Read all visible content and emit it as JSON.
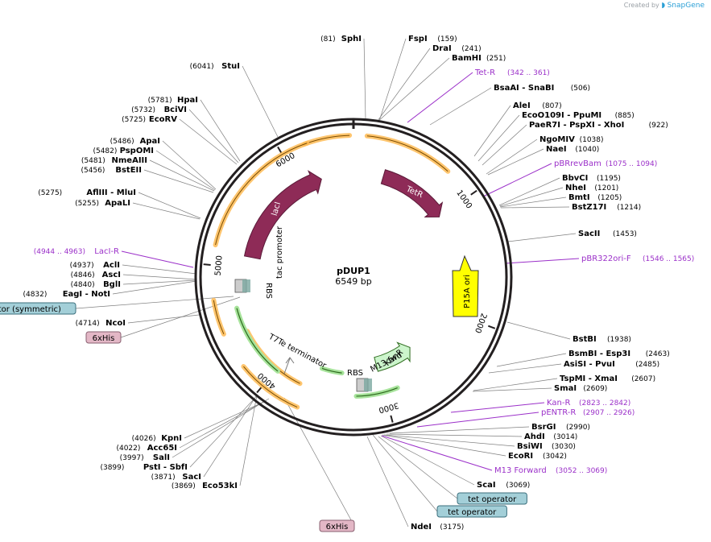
{
  "plasmid": {
    "name": "pDUP1",
    "length_text": "6549 bp",
    "length": 6549
  },
  "watermark": {
    "prefix": "Created by",
    "brand": "SnapGene"
  },
  "colors": {
    "enzyme": "#000000",
    "primer": "#9b30c9",
    "leader": "#7f7f7f",
    "backbone": "#231f20",
    "tick": "#231f20",
    "TetR": "#8e2b57",
    "LacI": "#8e2b57",
    "KanR": "#ccf5cc",
    "p15A": "#ffff00",
    "promoter": "#ffbb55",
    "terminator": "#aaaaaa",
    "rbs": "#cccccc"
  },
  "ticks": [
    {
      "bp": 1000,
      "label": "1000"
    },
    {
      "bp": 2000,
      "label": "2000"
    },
    {
      "bp": 3000,
      "label": "3000"
    },
    {
      "bp": 4000,
      "label": "4000"
    },
    {
      "bp": 5000,
      "label": "5000"
    },
    {
      "bp": 6000,
      "label": "6000"
    }
  ],
  "features": [
    {
      "name": "TetR",
      "start": 300,
      "end": 1000,
      "kind": "gene",
      "dir": 1,
      "color": "#8e2b57",
      "textColor": "#ffffff"
    },
    {
      "name": "lacI",
      "start": 5110,
      "end": 6220,
      "kind": "gene",
      "dir": 1,
      "color": "#8e2b57",
      "textColor": "#ffffff"
    },
    {
      "name": "KanR",
      "start": 2570,
      "end": 3010,
      "kind": "gene",
      "dir": -1,
      "color": "#ccf5cc",
      "textColor": "#000000"
    },
    {
      "name": "P15A ori",
      "start": 1880,
      "end": 2330,
      "kind": "gene",
      "dir": -1,
      "color": "#ffff00",
      "textColor": "#000000"
    }
  ],
  "labels": {
    "tac_promoter": "tac promoter",
    "rbs1": "RBS",
    "rbs2": "RBS",
    "t7te": "T7Te terminator",
    "m13fwd": "M13 fwd"
  },
  "right_labels": [
    {
      "type": "enzyme",
      "name": "FspI",
      "pos": "(159)"
    },
    {
      "type": "enzyme",
      "name": "DraI",
      "pos": "(241)"
    },
    {
      "type": "enzyme",
      "name": "BamHI",
      "pos": "(251)"
    },
    {
      "type": "primer",
      "name": "Tet-R",
      "pos": "(342 .. 361)"
    },
    {
      "type": "enzyme",
      "name": "BsaAI - SnaBI",
      "pos": "(506)"
    },
    {
      "type": "enzyme",
      "name": "AleI",
      "pos": "(807)"
    },
    {
      "type": "enzyme",
      "name": "EcoO109I - PpuMI",
      "pos": "(885)"
    },
    {
      "type": "enzyme",
      "name": "PaeR7I - PspXI - XhoI",
      "pos": "(922)"
    },
    {
      "type": "enzyme",
      "name": "NgoMIV",
      "pos": "(1038)"
    },
    {
      "type": "enzyme",
      "name": "NaeI",
      "pos": "(1040)"
    },
    {
      "type": "primer",
      "name": "pBRrevBam",
      "pos": "(1075 .. 1094)"
    },
    {
      "type": "enzyme",
      "name": "BbvCI",
      "pos": "(1195)"
    },
    {
      "type": "enzyme",
      "name": "NheI",
      "pos": "(1201)"
    },
    {
      "type": "enzyme",
      "name": "BmtI",
      "pos": "(1205)"
    },
    {
      "type": "enzyme",
      "name": "BstZ17I",
      "pos": "(1214)"
    },
    {
      "type": "enzyme",
      "name": "SacII",
      "pos": "(1453)"
    },
    {
      "type": "primer",
      "name": "pBR322ori-F",
      "pos": "(1546 .. 1565)"
    },
    {
      "type": "enzyme",
      "name": "BstBI",
      "pos": "(1938)"
    },
    {
      "type": "enzyme",
      "name": "BsmBI - Esp3I",
      "pos": "(2463)"
    },
    {
      "type": "enzyme",
      "name": "AsiSI - PvuI",
      "pos": "(2485)"
    },
    {
      "type": "enzyme",
      "name": "TspMI - XmaI",
      "pos": "(2607)"
    },
    {
      "type": "enzyme",
      "name": "SmaI",
      "pos": "(2609)"
    },
    {
      "type": "primer",
      "name": "Kan-R",
      "pos": "(2823 .. 2842)"
    },
    {
      "type": "primer",
      "name": "pENTR-R",
      "pos": "(2907 .. 2926)"
    },
    {
      "type": "enzyme",
      "name": "BsrGI",
      "pos": "(2990)"
    },
    {
      "type": "enzyme",
      "name": "AhdI",
      "pos": "(3014)"
    },
    {
      "type": "enzyme",
      "name": "BsiWI",
      "pos": "(3030)"
    },
    {
      "type": "enzyme",
      "name": "EcoRI",
      "pos": "(3042)"
    },
    {
      "type": "primer",
      "name": "M13 Forward",
      "pos": "(3052 .. 3069)"
    },
    {
      "type": "enzyme",
      "name": "ScaI",
      "pos": "(3069)"
    },
    {
      "type": "box",
      "name": "tet operator",
      "pos": ""
    },
    {
      "type": "box",
      "name": "tet operator",
      "pos": ""
    },
    {
      "type": "enzyme",
      "name": "NdeI",
      "pos": "(3175)"
    }
  ],
  "left_labels": [
    {
      "type": "enzyme",
      "name": "SphI",
      "pos": "(81)"
    },
    {
      "type": "enzyme",
      "name": "StuI",
      "pos": "(6041)"
    },
    {
      "type": "enzyme",
      "name": "HpaI",
      "pos": "(5781)"
    },
    {
      "type": "enzyme",
      "name": "BciVI",
      "pos": "(5732)"
    },
    {
      "type": "enzyme",
      "name": "EcoRV",
      "pos": "(5725)"
    },
    {
      "type": "enzyme",
      "name": "ApaI",
      "pos": "(5486)"
    },
    {
      "type": "enzyme",
      "name": "PspOMI",
      "pos": "(5482)"
    },
    {
      "type": "enzyme",
      "name": "NmeAIII",
      "pos": "(5481)"
    },
    {
      "type": "enzyme",
      "name": "BstEII",
      "pos": "(5456)"
    },
    {
      "type": "enzyme",
      "name": "AflIII - MluI",
      "pos": "(5275)"
    },
    {
      "type": "enzyme",
      "name": "ApaLI",
      "pos": "(5255)"
    },
    {
      "type": "primer",
      "name": "LacI-R",
      "pos": "(4944 .. 4963)"
    },
    {
      "type": "enzyme",
      "name": "AclI",
      "pos": "(4937)"
    },
    {
      "type": "enzyme",
      "name": "AscI",
      "pos": "(4846)"
    },
    {
      "type": "enzyme",
      "name": "BglI",
      "pos": "(4840)"
    },
    {
      "type": "enzyme",
      "name": "EagI - NotI",
      "pos": "(4832)"
    },
    {
      "type": "box",
      "name": "lac operator (symmetric)",
      "pos": ""
    },
    {
      "type": "enzyme",
      "name": "NcoI",
      "pos": "(4714)"
    },
    {
      "type": "box",
      "name": "6xHis",
      "pos": ""
    },
    {
      "type": "enzyme",
      "name": "KpnI",
      "pos": "(4026)"
    },
    {
      "type": "enzyme",
      "name": "Acc65I",
      "pos": "(4022)"
    },
    {
      "type": "enzyme",
      "name": "SalI",
      "pos": "(3997)"
    },
    {
      "type": "enzyme",
      "name": "PstI - SbfI",
      "pos": "(3899)"
    },
    {
      "type": "enzyme",
      "name": "SacI",
      "pos": "(3871)"
    },
    {
      "type": "enzyme",
      "name": "Eco53kI",
      "pos": "(3869)"
    },
    {
      "type": "box",
      "name": "6xHis",
      "pos": ""
    }
  ]
}
